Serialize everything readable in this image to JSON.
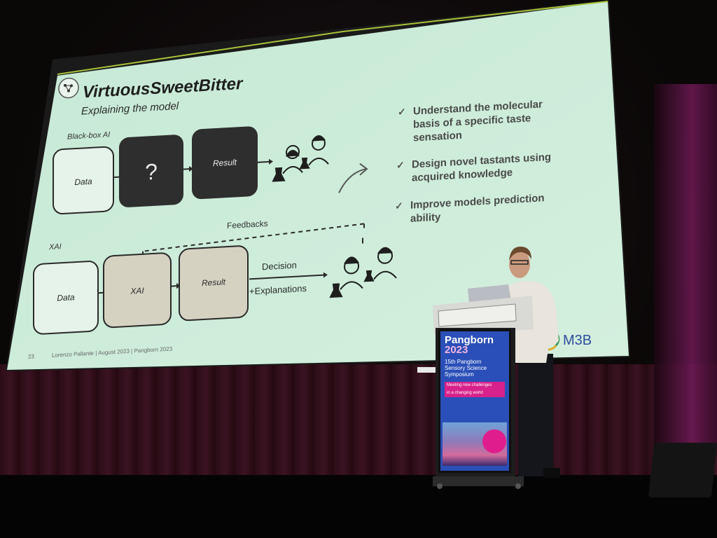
{
  "slide": {
    "title": "VirtuousSweetBitter",
    "subtitle": "Explaining the model",
    "section_blackbox": "Black-box AI",
    "section_xai": "XAI",
    "box_data_top": "Data",
    "box_question": "?",
    "box_result_top": "Result",
    "feedbacks": "Feedbacks",
    "box_data_bottom": "Data",
    "box_xai": "XAI",
    "box_result_bottom": "Result",
    "decision": "Decision",
    "explanations": "+Explanations",
    "bullets": [
      "Understand the molecular",
      "basis of a specific taste",
      "sensation",
      "Design novel tastants using",
      "acquired knowledge",
      "Improve models prediction",
      "ability"
    ],
    "page_number": "23",
    "footer": "Lorenzo Pallante | August 2023 | Pangborn 2023",
    "logo": "M3B"
  },
  "podium": {
    "title": "Pangborn",
    "year": "2023",
    "sub1": "15th Pangborn",
    "sub2": "Sensory Science",
    "sub3": "Symposium",
    "tag1": "Meeting new challenges",
    "tag2": "in a changing world"
  },
  "colors": {
    "slide_bg": "#c9ebd7",
    "box_dark": "#2e2e2e",
    "box_tan": "#d6d2c2",
    "text_dark": "#3a3a3a",
    "logo_blue": "#2b4f9e"
  }
}
